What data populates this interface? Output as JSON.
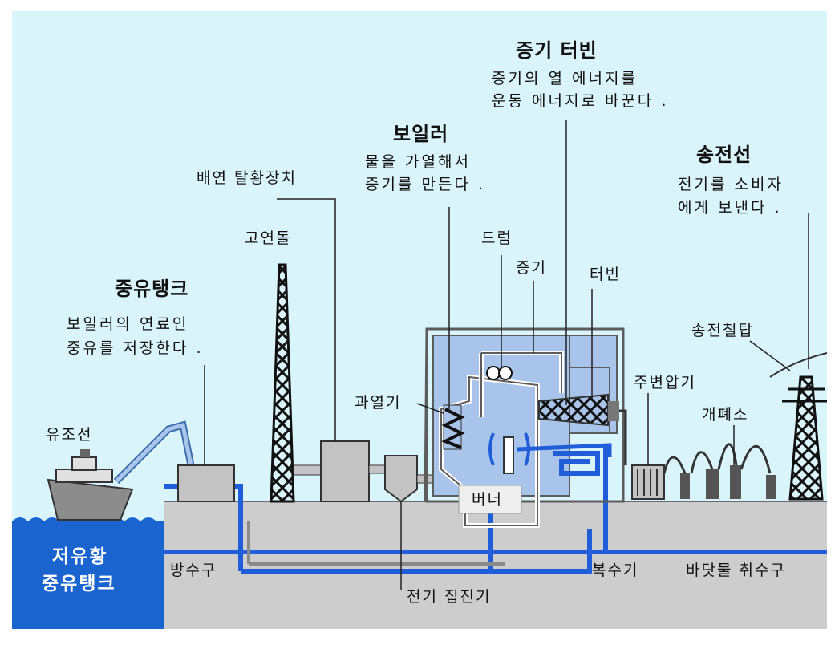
{
  "colors": {
    "sky": "#d9f4fb",
    "ground": "#cdcdcd",
    "water": "#1a64d0",
    "pipe": "#1f5ed8",
    "building": "#a8c4ea",
    "frame": "#5c5c5c",
    "equipment": "#c3c3c3"
  },
  "labels": {
    "steam_turbine_title": "증기 터빈",
    "steam_turbine_desc_1": "증기의 열 에너지를",
    "steam_turbine_desc_2": "운동 에너지로 바꾼다 .",
    "boiler_title": "보일러",
    "boiler_desc_1": "물을 가열해서",
    "boiler_desc_2": "증기를 만든다 .",
    "flue_gas_desulfurization": "배연 탈황장치",
    "chimney": "고연돌",
    "heavy_oil_tank_title": "중유탱크",
    "heavy_oil_tank_desc_1": "보일러의 연료인",
    "heavy_oil_tank_desc_2": "중유를 저장한다 .",
    "drum": "드럼",
    "steam": "증기",
    "turbine": "터빈",
    "transmission_line_title": "송전선",
    "transmission_line_desc_1": "전기를 소비자",
    "transmission_line_desc_2": "에게 보낸다 .",
    "transmission_tower": "송전철탑",
    "main_transformer": "주변압기",
    "switchyard": "개폐소",
    "superheater": "과열기",
    "tanker": "유조선",
    "burner": "버너",
    "low_sulfur_tank_1": "저유황",
    "low_sulfur_tank_2": "중유탱크",
    "discharge_outlet": "방수구",
    "electrostatic_precipitator": "전기 집진기",
    "condenser": "복수기",
    "seawater_intake": "바닷물 취수구"
  }
}
